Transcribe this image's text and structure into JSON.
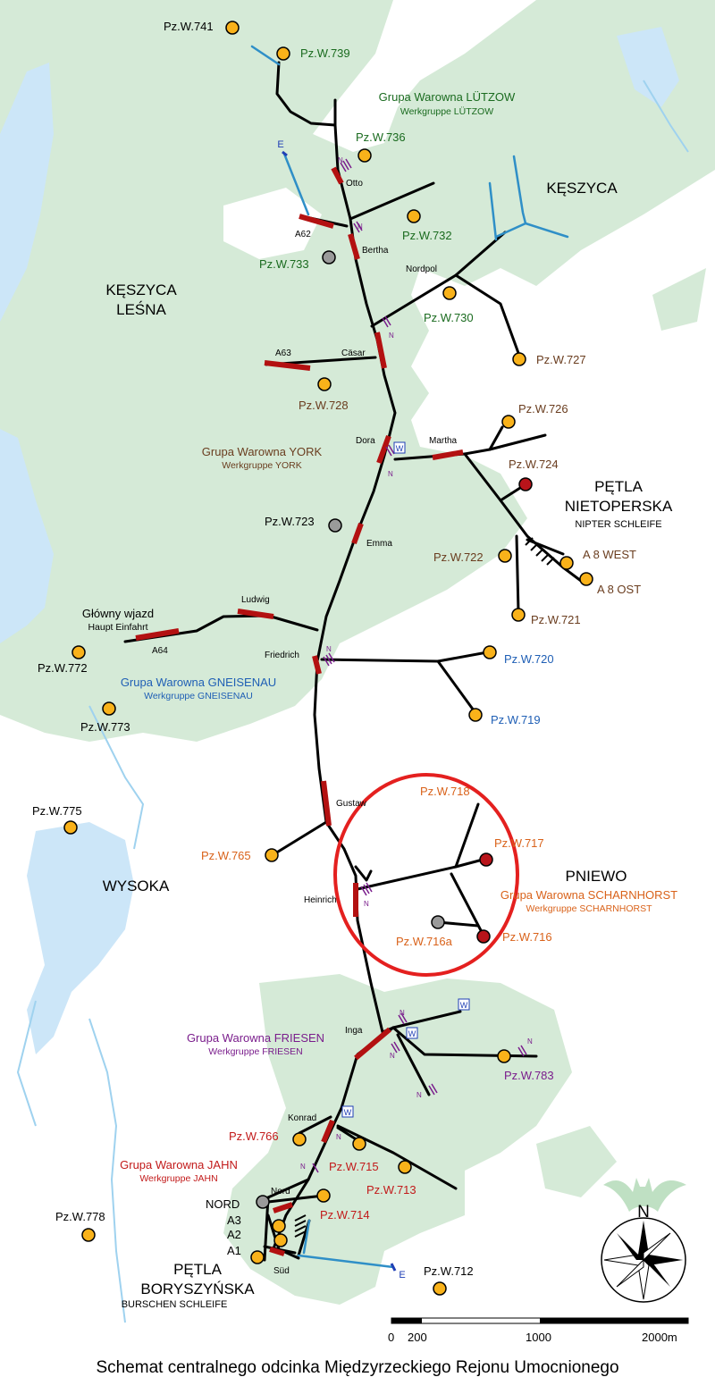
{
  "colors": {
    "forest": "#d5ead7",
    "water": "#cce6f8",
    "river": "#9fd2ef",
    "track": "#000000",
    "station": "#b31111",
    "bunker_orange": "#f9b21a",
    "bunker_red": "#b8141a",
    "bunker_gray": "#9a9a9a",
    "blue_line": "#2f8fc7",
    "circle": "#e4201f",
    "green_text": "#1a6b1f",
    "brown_text": "#6a3d1f",
    "blue_text": "#1f5fb5",
    "orange_text": "#d9621a",
    "purple_text": "#7a1d8c",
    "red_text": "#c21a1a"
  },
  "bunkers": {
    "w741": "Pz.W.741",
    "w739": "Pz.W.739",
    "w736": "Pz.W.736",
    "w732": "Pz.W.732",
    "w733": "Pz.W.733",
    "w730": "Pz.W.730",
    "w727": "Pz.W.727",
    "w728": "Pz.W.728",
    "w726": "Pz.W.726",
    "w724": "Pz.W.724",
    "w723": "Pz.W.723",
    "w722": "Pz.W.722",
    "w721": "Pz.W.721",
    "w720": "Pz.W.720",
    "w719": "Pz.W.719",
    "w772": "Pz.W.772",
    "w773": "Pz.W.773",
    "w775": "Pz.W.775",
    "w765": "Pz.W.765",
    "w718": "Pz.W.718",
    "w717": "Pz.W.717",
    "w716": "Pz.W.716",
    "w716a": "Pz.W.716a",
    "w783": "Pz.W.783",
    "w766": "Pz.W.766",
    "w715": "Pz.W.715",
    "w713": "Pz.W.713",
    "w714": "Pz.W.714",
    "w778": "Pz.W.778",
    "w712": "Pz.W.712",
    "a8west": "A 8 WEST",
    "a8ost": "A 8 OST"
  },
  "nodes": {
    "otto": "Otto",
    "a62": "A62",
    "bertha": "Bertha",
    "nordpol": "Nordpol",
    "a63": "A63",
    "casar": "Cäsar",
    "dora": "Dora",
    "martha": "Martha",
    "emma": "Emma",
    "ludwig": "Ludwig",
    "a64": "A64",
    "friedrich": "Friedrich",
    "gustaw": "Gustaw",
    "heinrich": "Heinrich",
    "inga": "Inga",
    "konrad": "Konrad",
    "nord": "Nord",
    "sud": "Süd",
    "nord_caps": "NORD",
    "a3": "A3",
    "a2": "A2",
    "a1": "A1",
    "e": "E",
    "w": "W",
    "n": "N"
  },
  "regions": {
    "keszyca": "KĘSZYCA",
    "keszyca_lesna_1": "KĘSZYCA",
    "keszyca_lesna_2": "LEŚNA",
    "petla_niet_1": "PĘTLA",
    "petla_niet_2": "NIETOPERSKA",
    "nipter": "NIPTER SCHLEIFE",
    "wysoka": "WYSOKA",
    "pniewo": "PNIEWO",
    "petla_bor_1": "PĘTLA",
    "petla_bor_2": "BORYSZYŃSKA",
    "burschen": "BURSCHEN SCHLEIFE",
    "glowny": "Główny wjazd",
    "haupt": "Haupt Einfahrt"
  },
  "groups": {
    "lutzow_pl": "Grupa Warowna LÜTZOW",
    "lutzow_de": "Werkgruppe LÜTZOW",
    "york_pl": "Grupa Warowna YORK",
    "york_de": "Werkgruppe YORK",
    "gneisenau_pl": "Grupa Warowna GNEISENAU",
    "gneisenau_de": "Werkgruppe GNEISENAU",
    "scharnhorst_pl": "Grupa Warowna SCHARNHORST",
    "scharnhorst_de": "Werkgruppe SCHARNHORST",
    "friesen_pl": "Grupa Warowna FRIESEN",
    "friesen_de": "Werkgruppe FRIESEN",
    "jahn_pl": "Grupa Warowna JAHN",
    "jahn_de": "Werkgruppe JAHN"
  },
  "scale": {
    "t0": "0",
    "t200": "200",
    "t1000": "1000",
    "t2000": "2000m"
  },
  "compass": "N",
  "caption": "Schemat centralnego odcinka Międzyrzeckiego Rejonu Umocnionego"
}
